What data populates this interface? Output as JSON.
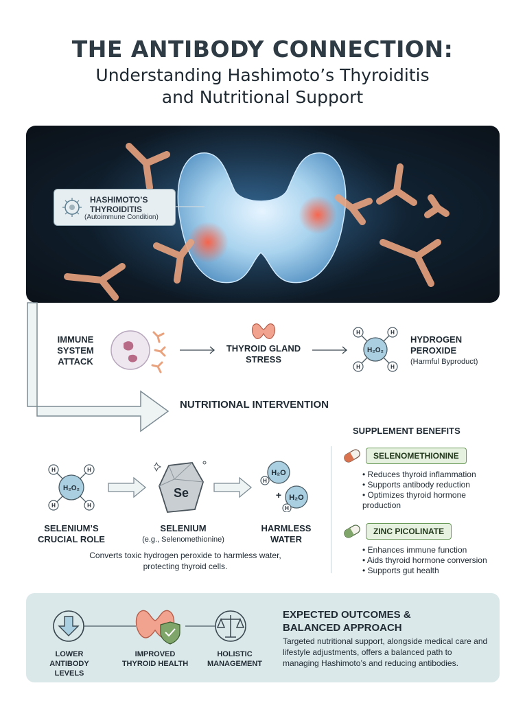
{
  "header": {
    "title": "THE ANTIBODY CONNECTION:",
    "subtitle_line1": "Understanding Hashimoto’s Thyroiditis",
    "subtitle_line2": "and Nutritional Support"
  },
  "hero": {
    "label_title_line1": "HASHIMOTO’S",
    "label_title_line2": "THYROIDITIS",
    "label_sub": "(Autoimmune Condition)"
  },
  "pathway": {
    "step1": [
      "IMMUNE",
      "SYSTEM",
      "ATTACK"
    ],
    "step2": [
      "THYROID GLAND",
      "STRESS"
    ],
    "step3_title": [
      "HYDROGEN",
      "PEROXIDE"
    ],
    "step3_sub": "(Harmful Byproduct)",
    "molecule": "H₂O₂",
    "atom": "H"
  },
  "intervention": {
    "title": "NUTRITIONAL INTERVENTION",
    "molecule1": "H₂O₂",
    "crystal": "Se",
    "water1": "H₂O",
    "water2": "H₂O",
    "plus": "+",
    "role_label": [
      "SELENIUM’S",
      "CRUCIAL ROLE"
    ],
    "selenium_label": "SELENIUM",
    "selenium_sub": "(e.g., Selenomethionine)",
    "water_label": [
      "HARMLESS",
      "WATER"
    ],
    "caption": "Converts toxic hydrogen peroxide to harmless water, protecting thyroid cells."
  },
  "supplements": {
    "title": "SUPPLEMENT BENEFITS",
    "items": [
      {
        "name": "SELENOMETHIONINE",
        "capsule_color": "#d9734f",
        "bullets": [
          "Reduces thyroid inflammation",
          "Supports antibody reduction",
          "Optimizes thyroid hormone production"
        ]
      },
      {
        "name": "ZINC PICOLINATE",
        "capsule_color": "#7fa56b",
        "bullets": [
          "Enhances immune function",
          "Aids thyroid hormone conversion",
          "Supports gut health"
        ]
      }
    ]
  },
  "outcomes": {
    "icons": [
      {
        "label": [
          "LOWER",
          "ANTIBODY",
          "LEVELS"
        ],
        "icon": "down-arrow-icon"
      },
      {
        "label": [
          "IMPROVED",
          "THYROID HEALTH"
        ],
        "icon": "thyroid-shield-icon"
      },
      {
        "label": [
          "HOLISTIC",
          "MANAGEMENT"
        ],
        "icon": "balance-scale-icon"
      }
    ],
    "title_line1": "EXPECTED OUTCOMES &",
    "title_line2": "BALANCED APPROACH",
    "text": "Targeted nutritional support, alongside medical care and lifestyle adjustments, offers a balanced path to managing Hashimoto’s and reducing antibodies."
  },
  "colors": {
    "antibody": "#e8a27e",
    "thyroid": "#a9d3ee",
    "inflammation": "#ff5a3c",
    "accent_green": "#6a9a57",
    "panel": "#dbe8e9"
  }
}
